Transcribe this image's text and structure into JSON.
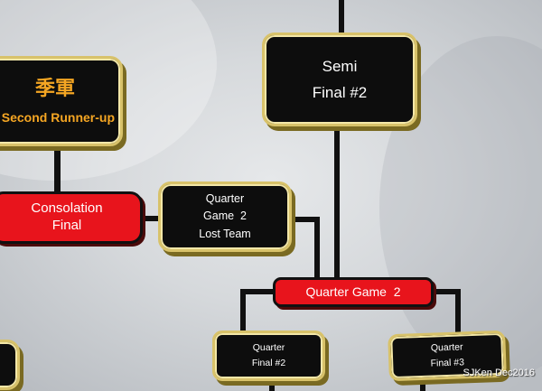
{
  "boxes": {
    "semi_final": {
      "line1": "Semi",
      "line2": "Final #2"
    },
    "second_runner_up": {
      "line1": "季軍",
      "line2": "e Second Runner-up"
    },
    "consolation_final": {
      "line1": "Consolation",
      "line2": "Final"
    },
    "quarter_game2_lost": {
      "line1": "Quarter",
      "line2": "Game  2",
      "line3": "Lost Team"
    },
    "quarter_game2": {
      "label": "Quarter Game  2"
    },
    "quarter_final_2": {
      "line1": "Quarter",
      "line2": "Final #2"
    },
    "quarter_final_3": {
      "line1": "Quarter",
      "line2": "Final #3"
    }
  },
  "watermark": "SJKen Dec2016",
  "colors": {
    "box_black": "#0d0d0d",
    "box_red": "#e8141c",
    "gold_border": "#d8c26a",
    "orange_text": "#f5a623",
    "connector": "#101010",
    "wall": "#d6d9dc"
  }
}
